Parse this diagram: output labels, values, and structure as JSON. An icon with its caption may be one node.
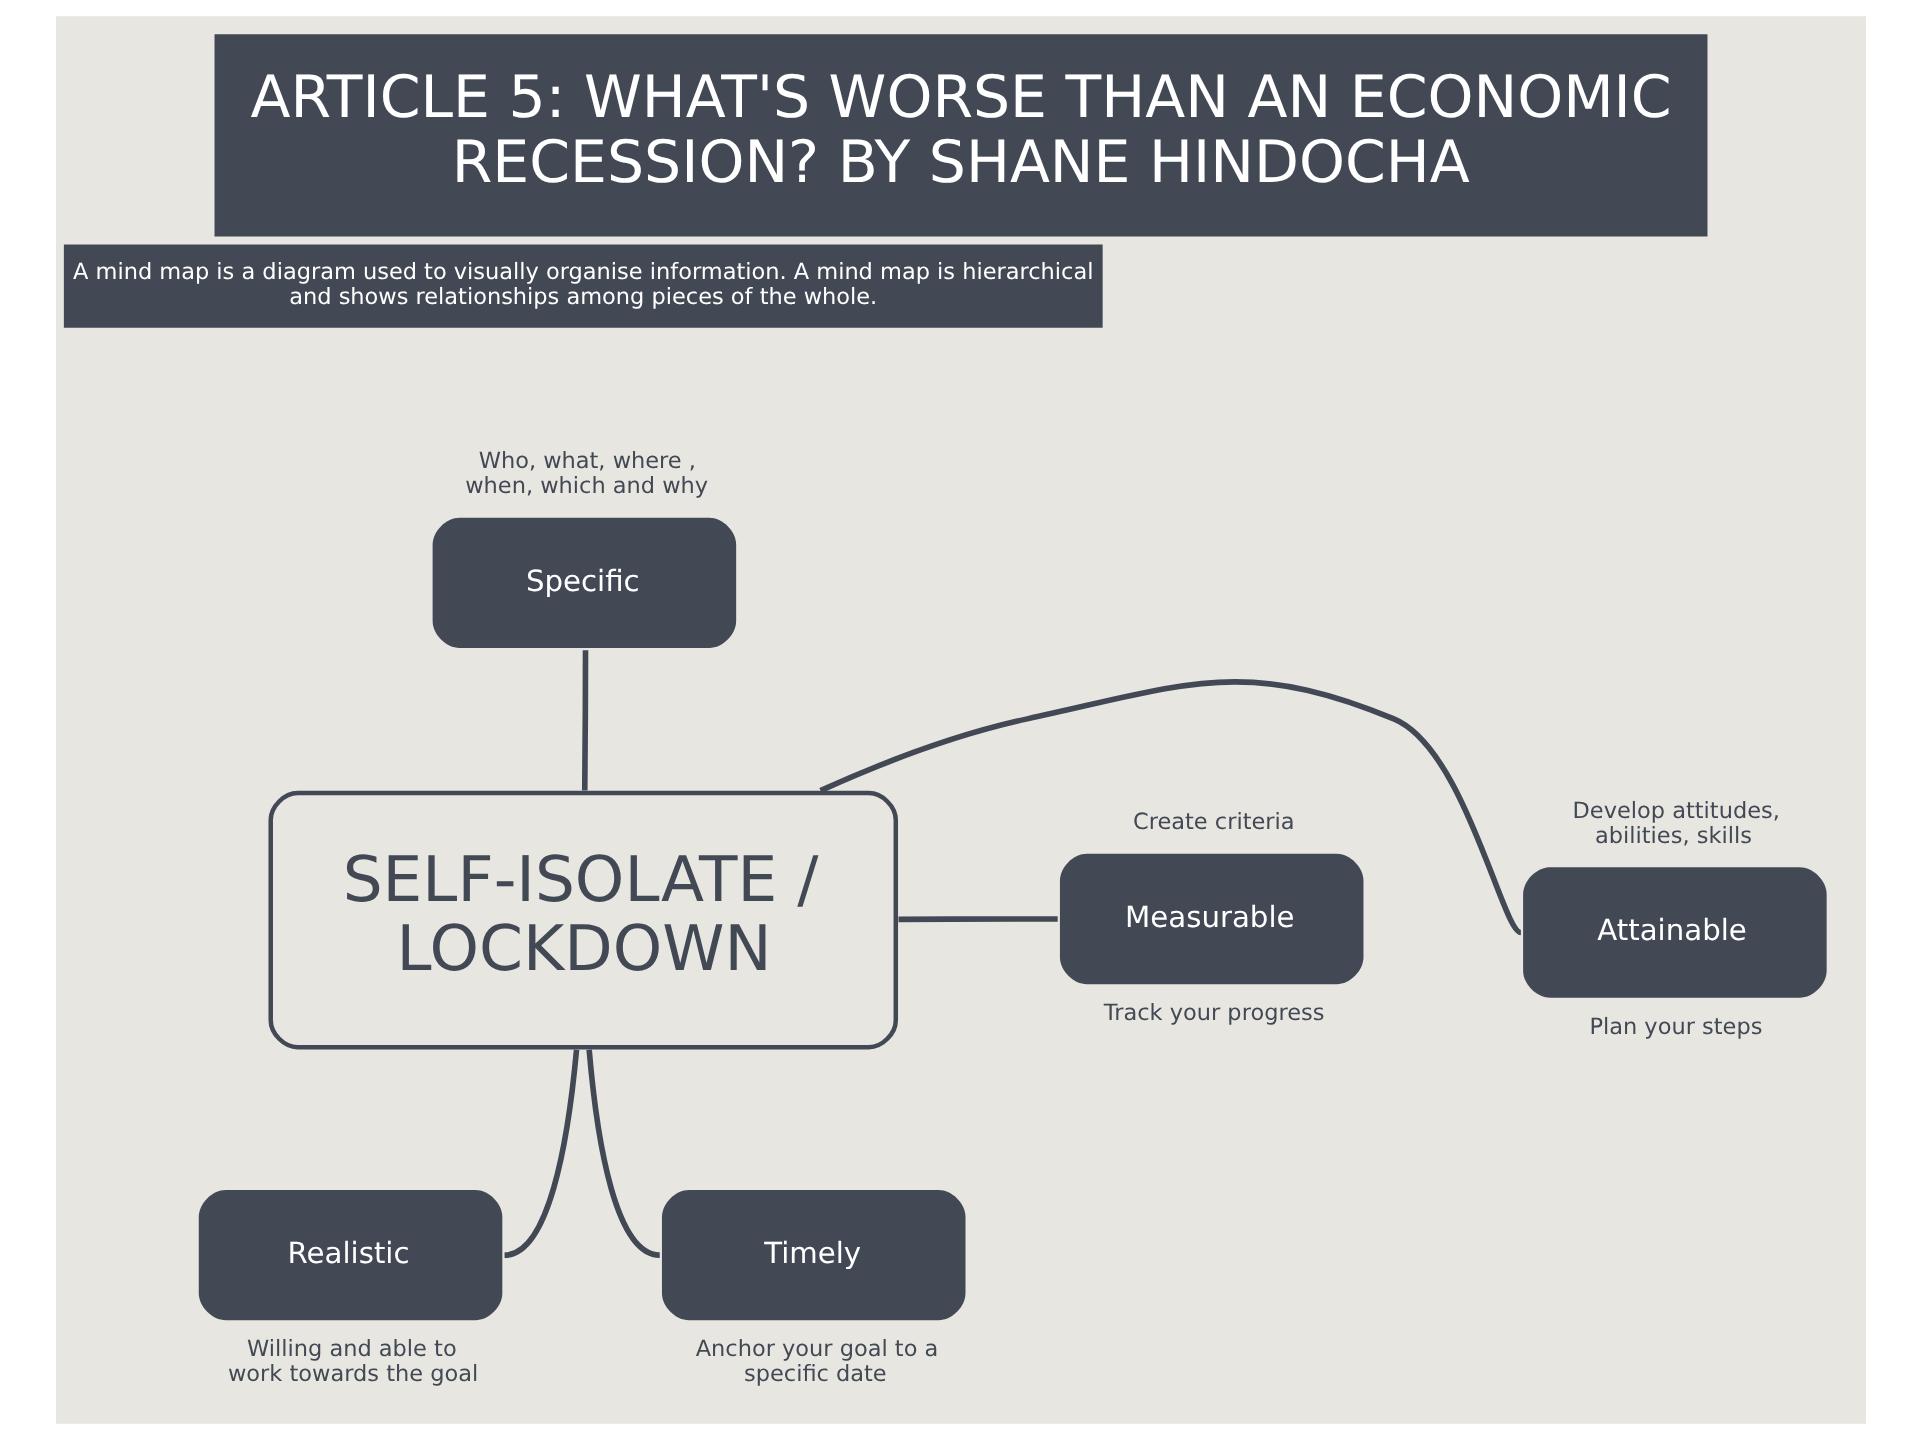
{
  "diagram": {
    "title": "ARTICLE 5: WHAT'S WORSE THAN AN ECONOMIC RECESSION? BY SHANE HINDOCHA",
    "nodes": [
      {
        "text": [
          "SELF-ISOLATE / LOCKDOWN"
        ]
      },
      {
        "text": [
          "Specific"
        ],
        "beside": [
          "Who, what, where , when, which and why"
        ]
      },
      {
        "text": [
          "Measurable"
        ],
        "beside": [
          "Create criteria",
          "Track your progress"
        ]
      },
      {
        "text": [
          "Attainable"
        ],
        "beside": [
          "Develop attitudes, abilities, skills",
          "Plan your steps"
        ]
      },
      {
        "text": [
          "Realistic"
        ],
        "beside": [
          "Willing and able to work towards the goal"
        ]
      },
      {
        "text": [
          "Timely"
        ],
        "beside": [
          "Anchor your goal to a specific date"
        ]
      }
    ],
    "edges": [
      {
        "from": 0,
        "to": 1,
        "arrow": "none"
      },
      {
        "from": 0,
        "to": 2,
        "arrow": "none"
      },
      {
        "from": 0,
        "to": 3,
        "arrow": "none"
      },
      {
        "from": 0,
        "to": 4,
        "arrow": "none"
      },
      {
        "from": 0,
        "to": 5,
        "arrow": "none"
      }
    ],
    "labels": [
      "A mind map is a diagram used to visually organise information. A mind map is hierarchical and shows relationships among pieces of the whole."
    ]
  }
}
